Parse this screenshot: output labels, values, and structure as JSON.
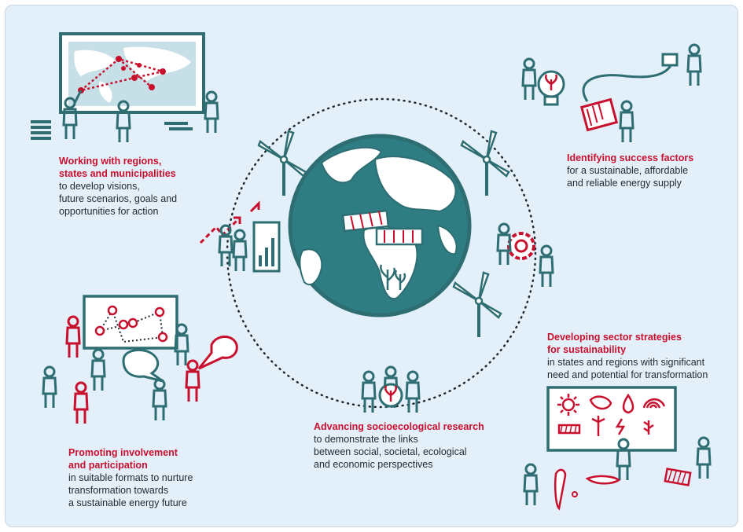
{
  "colors": {
    "background": "#e3eff9",
    "teal": "#2e6e73",
    "red": "#c8102e",
    "text": "#1f2a2e"
  },
  "blocks": {
    "regions": {
      "title": "Working with regions,\nstates and municipalities",
      "body": "to develop visions,\nfuture scenarios, goals and\nopportunities for action"
    },
    "success": {
      "title": "Identifying success factors",
      "body": "for a sustainable, affordable\nand reliable energy supply"
    },
    "sector": {
      "title": "Developing sector strategies\nfor sustainability",
      "body": "in states and regions with significant\nneed and potential for transformation"
    },
    "research": {
      "title": "Advancing socioecological research",
      "body": "to demonstrate the links\nbetween social, societal, ecological\nand economic perspectives"
    },
    "involvement": {
      "title": "Promoting involvement\nand participation",
      "body": "in suitable formats to nurture\ntransformation towards\na sustainable energy future"
    }
  },
  "icons": [
    "globe-icon",
    "wind-turbine-icon",
    "solar-panel-icon",
    "map-presentation-icon",
    "people-icon",
    "light-bulb-icon",
    "plug-icon",
    "gear-icon",
    "chart-icon",
    "speech-bubble-icon",
    "whiteboard-icon",
    "sun-icon",
    "water-drop-icon"
  ]
}
